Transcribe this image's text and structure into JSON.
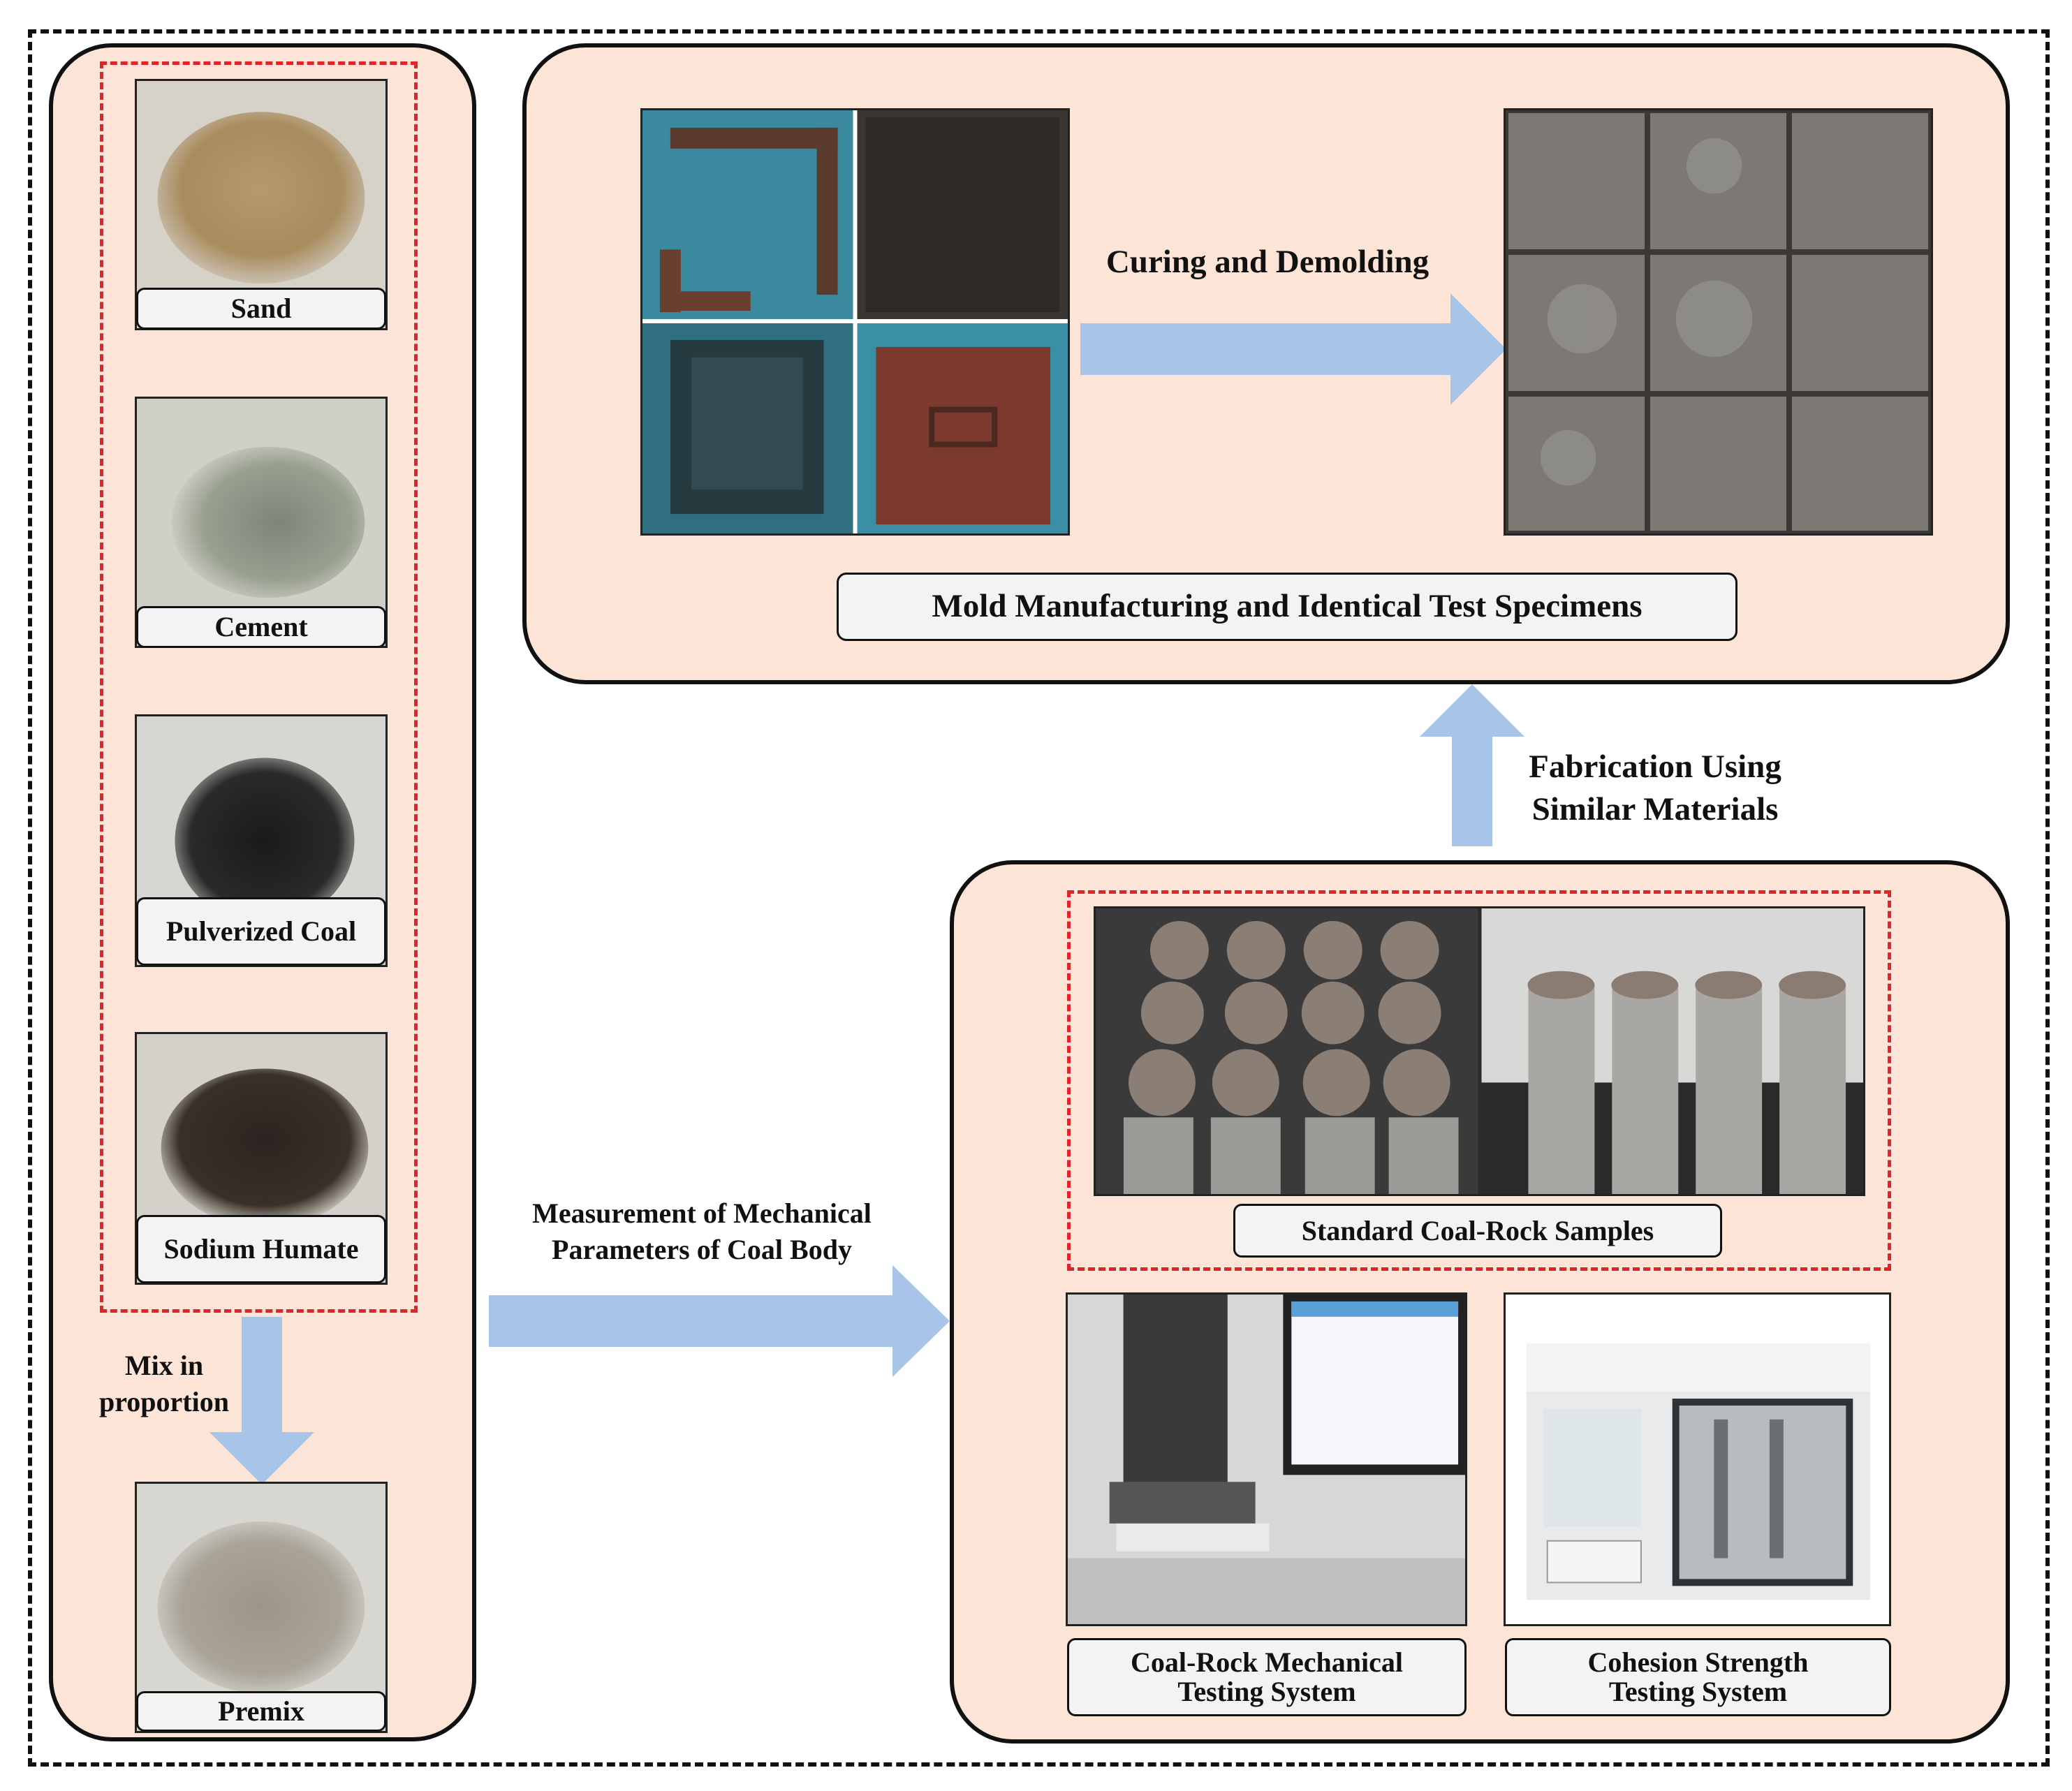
{
  "materials": [
    {
      "label": "Sand"
    },
    {
      "label": "Cement"
    },
    {
      "label": "Pulverized Coal"
    },
    {
      "label": "Sodium Humate"
    }
  ],
  "premix": {
    "label": "Premix"
  },
  "mix_label": [
    "Mix in",
    "proportion"
  ],
  "measurement_label": [
    "Measurement of Mechanical",
    "Parameters of Coal Body"
  ],
  "fabrication_label": [
    "Fabrication Using",
    "Similar Materials"
  ],
  "curing_label": "Curing and Demolding",
  "mold_caption": "Mold Manufacturing and Identical Test Specimens",
  "samples_caption": "Standard Coal-Rock Samples",
  "mech_caption": "Coal-Rock Mechanical Testing System",
  "cohesion_caption": "Cohesion Strength Testing System",
  "colors": {
    "panel": "#fce5d6",
    "arrow": "#a9c4e9",
    "red_dash": "#e0252a",
    "border": "#111111"
  }
}
